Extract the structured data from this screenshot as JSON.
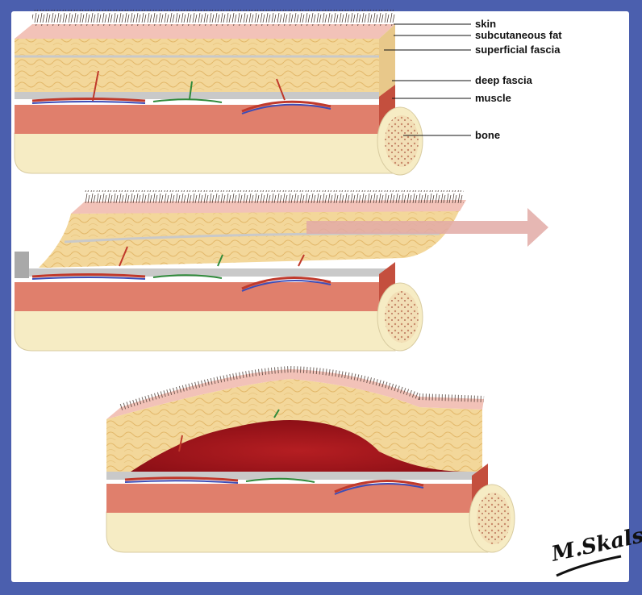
{
  "labels": {
    "skin": "skin",
    "subcutaneous_fat": "subcutaneous fat",
    "superficial_fascia": "superficial fascia",
    "deep_fascia": "deep fascia",
    "muscle": "muscle",
    "bone": "bone"
  },
  "signature": "M.Skalski",
  "colors": {
    "frame": "#4b5fae",
    "skin": "#f2c2b8",
    "fat": "#f3d79a",
    "fascia": "#c9c9c9",
    "muscle": "#e07f6c",
    "bone": "#f6ecc4",
    "hematoma": "#a3141b",
    "arrow": "#e2aaa6"
  }
}
